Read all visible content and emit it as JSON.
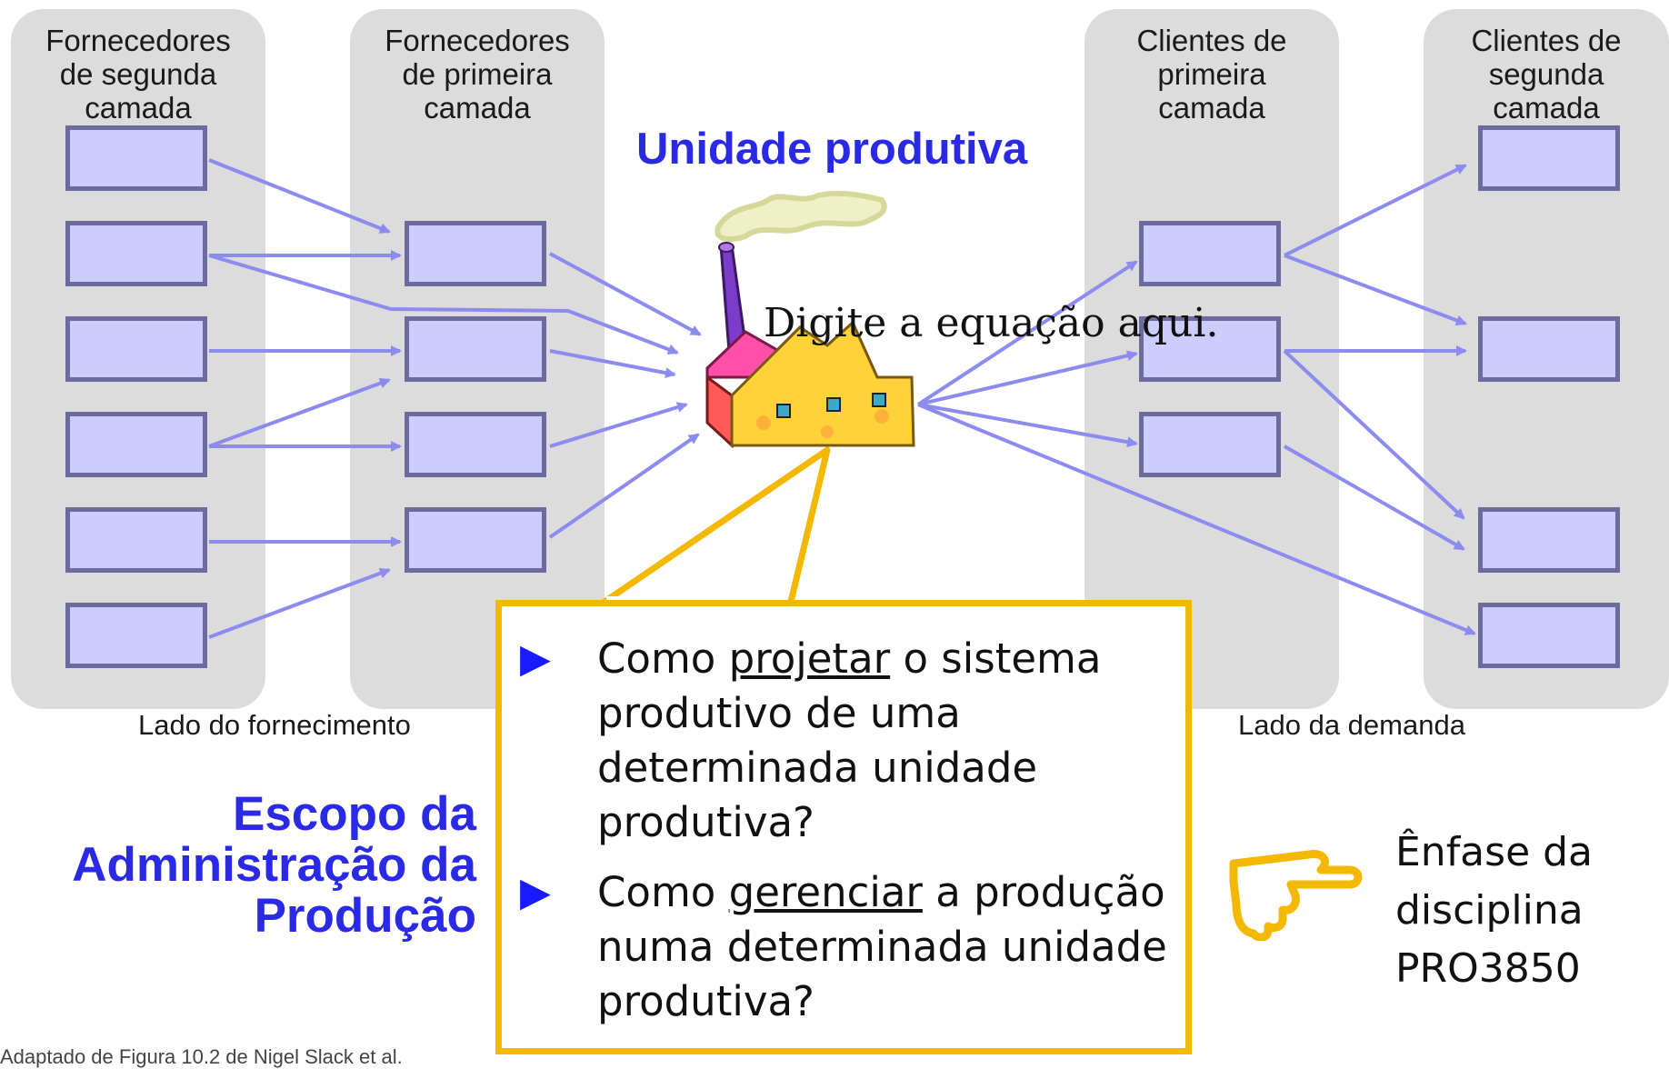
{
  "columns": {
    "supplier2_title": "Fornecedores\nde segunda\ncamada",
    "supplier1_title": "Fornecedores\nde primeira\ncamada",
    "client1_title": "Clientes de\nprimeira\ncamada",
    "client2_title": "Clientes de\nsegunda\ncamada"
  },
  "labels": {
    "supply_side": "Lado do fornecimento",
    "demand_side": "Lado da demanda",
    "production_unit": "Unidade produtiva",
    "equation_placeholder": "Digite a equação aqui."
  },
  "scope_title": "Escopo da\nAdministração da\nProdução",
  "callout": {
    "bullet1": {
      "before": "Como ",
      "underlined": "projetar",
      "after": " o sistema produtivo de uma determinada unidade produtiva?"
    },
    "bullet2": {
      "before": "Como ",
      "underlined": "gerenciar",
      "after": " a produção numa determinada unidade produtiva?"
    }
  },
  "emphasis": "Ênfase da\ndisciplina\nPRO3850",
  "source_note": "Adaptado de Figura 10.2 de Nigel Slack et al.",
  "colors": {
    "accent": "#2a2ae6",
    "callout_border": "#f5b800",
    "box_fill": "#ccccff",
    "arrow": "#8c8cf0"
  },
  "icons": [
    "factory-icon",
    "pointing-hand-icon",
    "bullet-triangle-icon"
  ]
}
